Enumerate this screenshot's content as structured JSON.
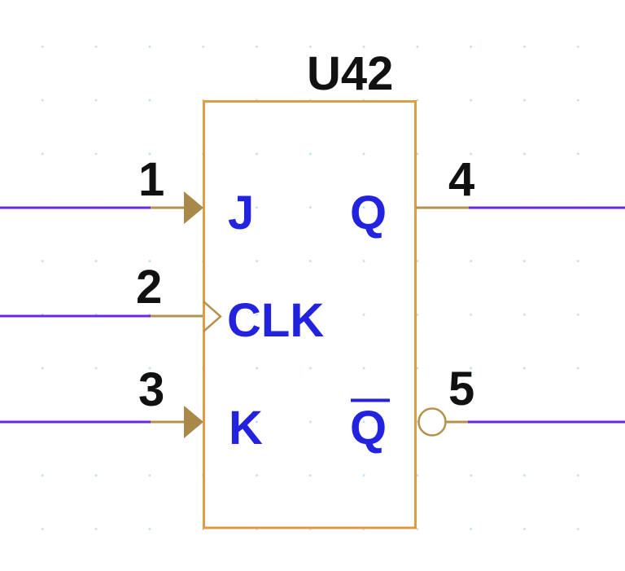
{
  "schematic": {
    "designator": "U42",
    "pins": [
      {
        "number": "1",
        "name": "J",
        "side": "left",
        "symbol": "filled-arrow"
      },
      {
        "number": "2",
        "name": "CLK",
        "side": "left",
        "symbol": "clock-chevron"
      },
      {
        "number": "3",
        "name": "K",
        "side": "left",
        "symbol": "filled-arrow"
      },
      {
        "number": "4",
        "name": "Q",
        "side": "right",
        "symbol": "plain"
      },
      {
        "number": "5",
        "name": "Q",
        "side": "right",
        "symbol": "inversion-bubble",
        "overline": true
      }
    ],
    "colors": {
      "wire": "#6829E6",
      "pin": "#B4924C",
      "pin_arrow_fill": "#A9894A",
      "component_outline": "#E09C44",
      "pin_name_text": "#2222DF",
      "pin_number_text": "#111111",
      "designator_text": "#111111",
      "grid_dot": "#BFDCF4",
      "background": "#FFFFFF"
    }
  }
}
